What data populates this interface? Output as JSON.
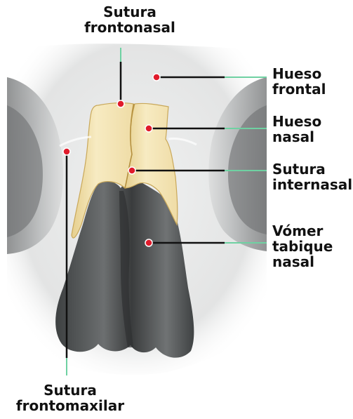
{
  "labels": {
    "sutura_frontonasal": [
      "Sutura",
      "frontonasal"
    ],
    "hueso_frontal": [
      "Hueso",
      "frontal"
    ],
    "hueso_nasal": [
      "Hueso",
      "nasal"
    ],
    "sutura_internasal": [
      "Sutura",
      "internasal"
    ],
    "vomer": [
      "Vómer",
      "tabique",
      "nasal"
    ],
    "sutura_frontomaxilar": [
      "Sutura",
      "frontomaxilar"
    ]
  },
  "colors": {
    "bone_fill": "#f3e4b4",
    "bone_edge": "#c9a85a",
    "skull_bg": "#e7e8e8",
    "orbit_dark": "#9a9c9d",
    "cavity_dark": "#4a4d4e",
    "marker": "#e01b2b",
    "leader_dark": "#111111",
    "leader_green": "#6fd1a2"
  }
}
